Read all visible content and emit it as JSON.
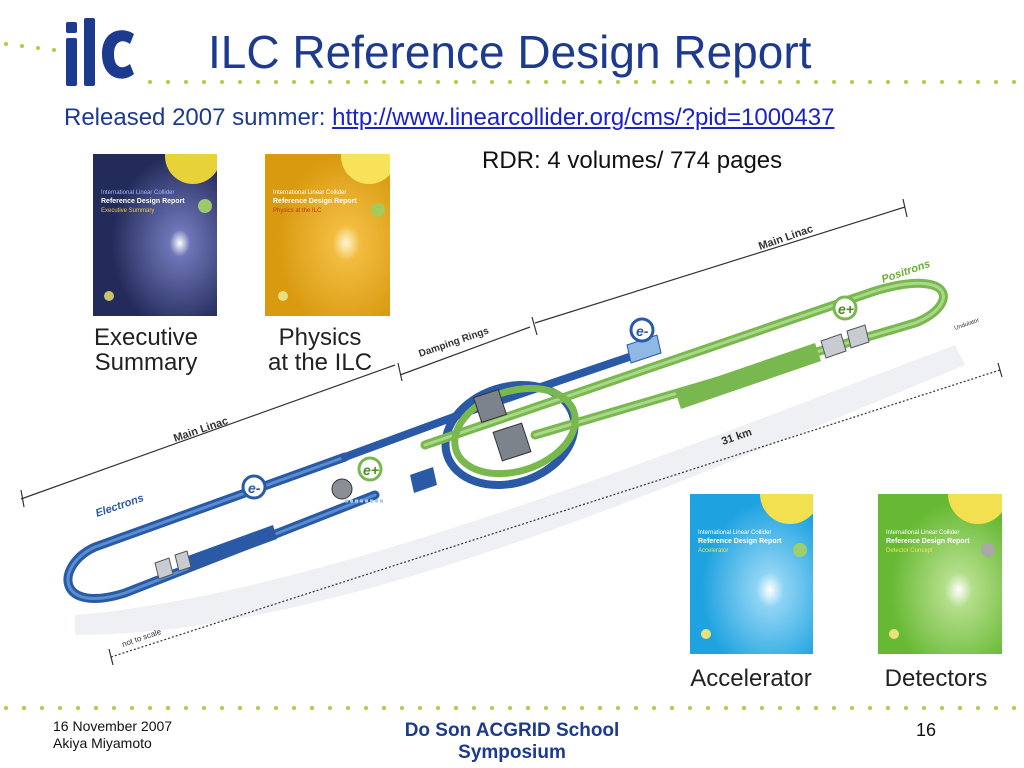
{
  "slide": {
    "title": "ILC Reference Design Report",
    "released_prefix": "Released 2007 summer: ",
    "released_link": "http://www.linearcollider.org/cms/?pid=1000437",
    "rdr_summary": "RDR: 4 volumes/ 774 pages"
  },
  "logo": {
    "text": "ilc"
  },
  "covers": [
    {
      "id": "executive",
      "label": "Executive\nSummary",
      "subtitle": "Executive Summary",
      "bg": "#232b5a"
    },
    {
      "id": "physics",
      "label": "Physics\nat the ILC",
      "subtitle": "Physics at the ILC",
      "bg": "#e6a318"
    },
    {
      "id": "accelerator",
      "label": "Accelerator",
      "subtitle": "Accelerator",
      "bg": "#1fa3e0"
    },
    {
      "id": "detectors",
      "label": "Detectors",
      "subtitle": "Detector Concept",
      "bg": "#67b934"
    }
  ],
  "cover_texts": {
    "series": "International Linear Collider",
    "report": "Reference Design Report"
  },
  "diagram": {
    "labels": {
      "main_linac_top": "Main Linac",
      "positrons": "Positrons",
      "damping_rings": "Damping Rings",
      "main_linac_left": "Main Linac",
      "electrons": "Electrons",
      "length": "31 km",
      "not_to_scale": "not to scale",
      "e_minus": "e-",
      "e_plus": "e+",
      "undulator": "Undulator"
    },
    "colors": {
      "electron_beam": "#2a5aa6",
      "positron_beam": "#79b84e"
    }
  },
  "footer": {
    "date_author": "16 November 2007\nAkiya Miyamoto",
    "event": "Do Son ACGRID School\nSymposium",
    "page": "16"
  }
}
